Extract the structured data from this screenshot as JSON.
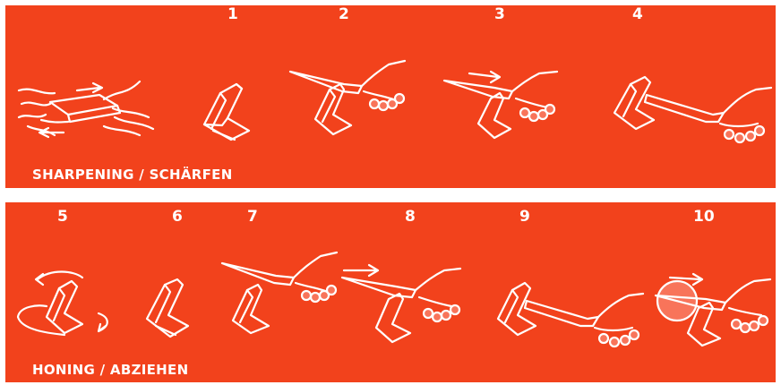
{
  "sections": [
    {
      "title": "SHARPENING / SCHÄRFEN",
      "steps": [
        "1",
        "2",
        "3",
        "4"
      ]
    },
    {
      "title": "HONING / ABZIEHEN",
      "steps": [
        "5",
        "6",
        "7",
        "8",
        "9",
        "10"
      ]
    }
  ],
  "colors": {
    "panel": "#f2421c",
    "line": "#ffffff"
  },
  "icons": [
    "hands-washing-stone-icon",
    "sharpener-icon",
    "knife-on-sharpener-icon",
    "rotate-sharpener-icon"
  ]
}
